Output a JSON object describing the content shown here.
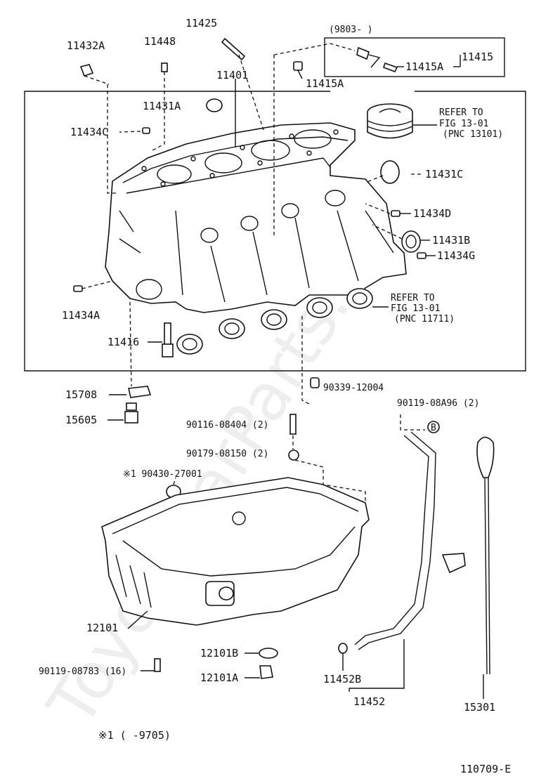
{
  "watermark": "ToyotaCarParts.ru",
  "frame_year_range": "(9803-       )",
  "footnote": "※1 (       -9705)",
  "diagram_id": "110709-E",
  "refer_notes": [
    {
      "line1": "REFER TO",
      "line2": "FIG 13-01",
      "line3": "(PNC 13101)"
    },
    {
      "line1": "REFER TO",
      "line2": "FIG 13-01",
      "line3": "(PNC 11711)"
    }
  ],
  "labels": {
    "p11425": "11425",
    "p11432A": "11432A",
    "p11448": "11448",
    "p11401": "11401",
    "p11415": "11415",
    "p11415A_in": "11415A",
    "p11415A_out": "11415A",
    "p11431A": "11431A",
    "p11434C": "11434C",
    "p11431C": "11431C",
    "p11434D": "11434D",
    "p11431B": "11431B",
    "p11434G": "11434G",
    "p11434A": "11434A",
    "p11416": "11416",
    "p15708": "15708",
    "p15605": "15605",
    "p90339": "90339-12004",
    "p90119_08A96": "90119-08A96 (2)",
    "p90116": "90116-08404 (2)",
    "p90179": "90179-08150 (2)",
    "p90430": "※1 90430-27001",
    "p12101": "12101",
    "p90119_08783": "90119-08783 (16)",
    "p12101B": "12101B",
    "p12101A": "12101A",
    "p11452B": "11452B",
    "p11452": "11452",
    "p15301": "15301",
    "circle_b": "B"
  }
}
